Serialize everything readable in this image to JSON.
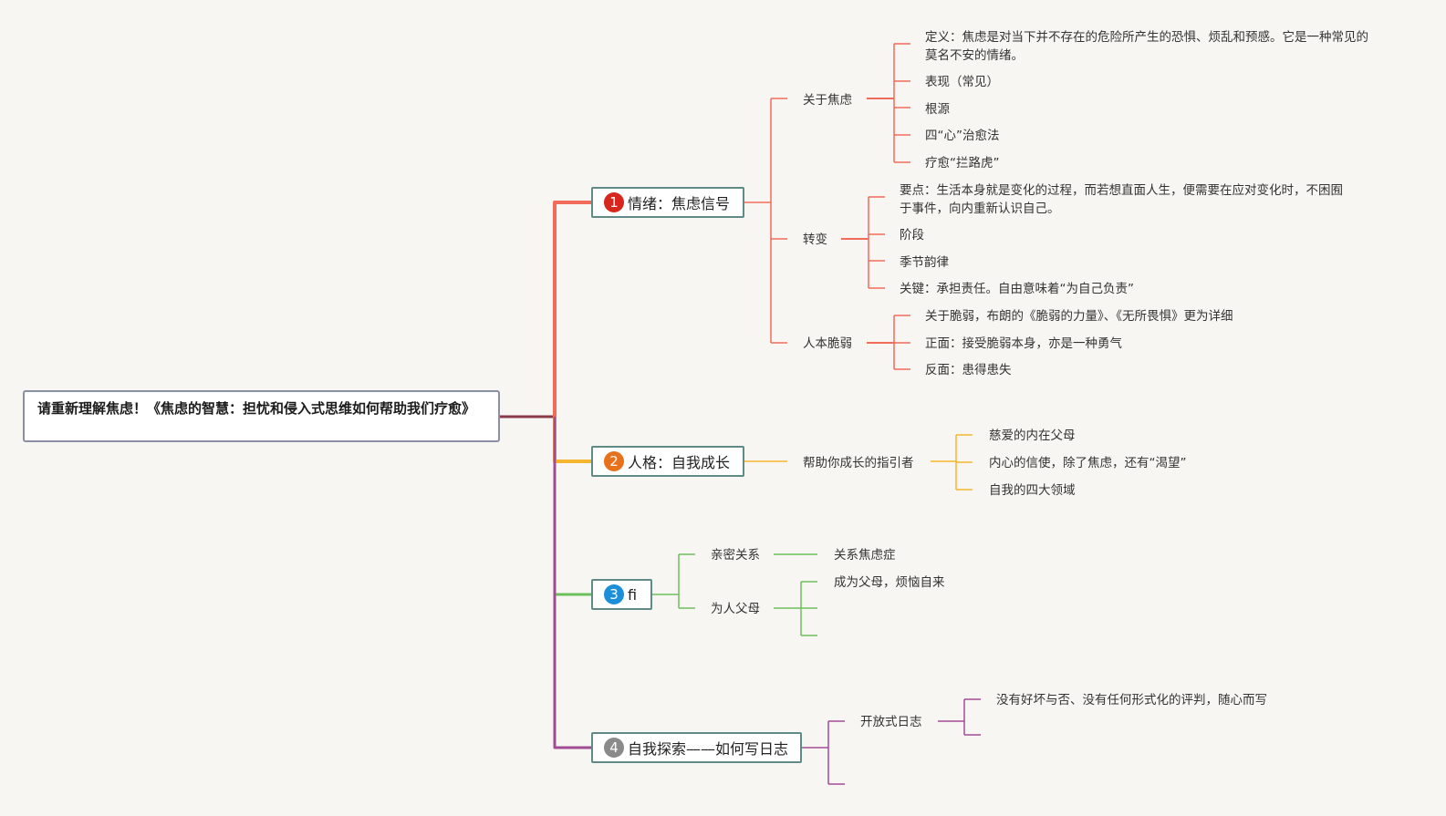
{
  "root": {
    "title": "请重新理解焦虑！《焦虑的智慧：担忧和侵入式思维如何帮助我们疗愈》"
  },
  "branches": [
    {
      "number": "1",
      "title": "情绪：焦虑信号",
      "color": "#f16b5b",
      "badge_color": "#d9261c",
      "children": [
        {
          "label": "关于焦虑",
          "children": [
            "定义：焦虑是对当下并不存在的危险所产生的恐惧、烦乱和预感。它是一种常见的莫名不安的情绪。",
            "表现（常见）",
            "根源",
            "四“心”治愈法",
            "疗愈“拦路虎”"
          ]
        },
        {
          "label": "转变",
          "children": [
            "要点：生活本身就是变化的过程，而若想直面人生，便需要在应对变化时，不困囿于事件，向内重新认识自己。",
            "阶段",
            "季节韵律",
            "关键：承担责任。自由意味着“为自己负责”"
          ]
        },
        {
          "label": "人本脆弱",
          "children": [
            "关于脆弱，布朗的《脆弱的力量》、《无所畏惧》更为详细",
            "正面：接受脆弱本身，亦是一种勇气",
            "反面：患得患失"
          ]
        }
      ]
    },
    {
      "number": "2",
      "title": "人格：自我成长",
      "color": "#f5b52e",
      "badge_color": "#e8711c",
      "children": [
        {
          "label": "帮助你成长的指引者",
          "children": [
            "慈爱的内在父母",
            "内心的信使，除了焦虑，还有“渴望”",
            "自我的四大领域"
          ]
        }
      ]
    },
    {
      "number": "3",
      "title": "ﬁ",
      "color": "#6cc05a",
      "badge_color": "#1d8fd9",
      "children": [
        {
          "label": "亲密关系",
          "children": [
            "关系焦虑症"
          ]
        },
        {
          "label": "为人父母",
          "children": [
            "成为父母，烦恼自来",
            "",
            ""
          ]
        }
      ]
    },
    {
      "number": "4",
      "title": "自我探索——如何写日志",
      "color": "#a24c96",
      "badge_color": "#8a8a8a",
      "children": [
        {
          "label": "开放式日志",
          "children": [
            "没有好坏与否、没有任何形式化的评判，随心而写",
            ""
          ]
        },
        {
          "label": "",
          "children": []
        }
      ]
    }
  ],
  "trunk_color": "#8b3a4a"
}
